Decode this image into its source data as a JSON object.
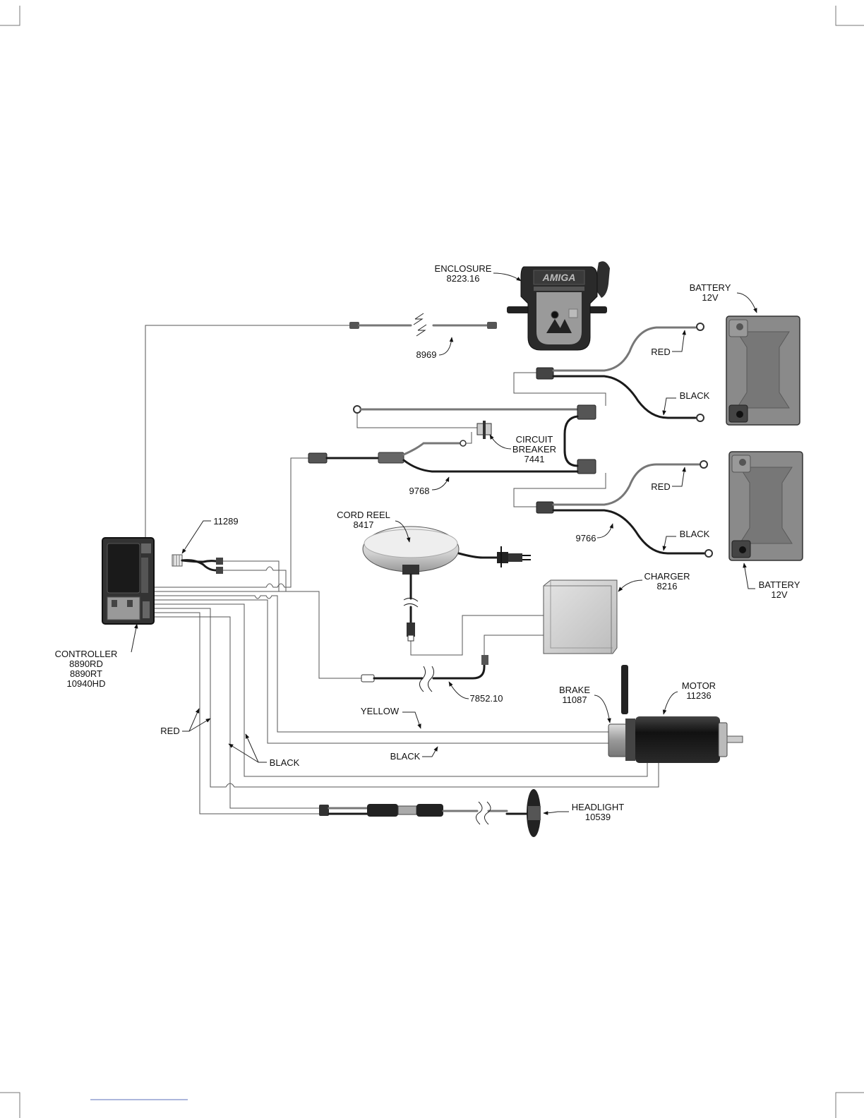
{
  "labels": {
    "enclosure": [
      "ENCLOSURE",
      "8223.16"
    ],
    "cable_8969": "8969",
    "battery_top": [
      "BATTERY",
      "12V"
    ],
    "red_top": "RED",
    "black_top": "BLACK",
    "circuit_breaker": [
      "CIRCUIT",
      "BREAKER",
      "7441"
    ],
    "harness_9768": "9768",
    "red_mid": "RED",
    "harness_9766": "9766",
    "black_mid": "BLACK",
    "battery_bottom": [
      "BATTERY",
      "12V"
    ],
    "cord_reel": [
      "CORD REEL",
      "8417"
    ],
    "charger": [
      "CHARGER",
      "8216"
    ],
    "harness_11289": "11289",
    "controller": [
      "CONTROLLER",
      "8890RD",
      "8890RT",
      "10940HD"
    ],
    "cable_7852": "7852.10",
    "brake": [
      "BRAKE",
      "11087"
    ],
    "motor": [
      "MOTOR",
      "11236"
    ],
    "yellow": "YELLOW",
    "black_motor": "BLACK",
    "red_left": "RED",
    "black_left": "BLACK",
    "headlight": [
      "HEADLIGHT",
      "10539"
    ],
    "enclosure_logo": "AMIGA"
  }
}
